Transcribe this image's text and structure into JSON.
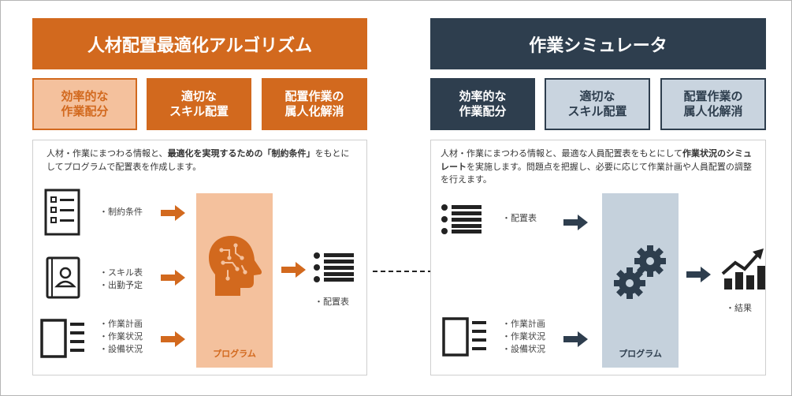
{
  "colors": {
    "orange": "#d2691e",
    "orange_light": "#f4c19d",
    "navy": "#2e3e4e",
    "gray_blue": "#c9d4df",
    "program_left": "#f4c19d",
    "program_right": "#c5d1dc"
  },
  "left": {
    "title": "人材配置最適化アルゴリズム",
    "pills": [
      "効率的な\n作業配分",
      "適切な\nスキル配置",
      "配置作業の\n属人化解消"
    ],
    "desc_pre": "人材・作業にまつわる情報と、",
    "desc_bold": "最適化を実現するための「制約条件」",
    "desc_post": "をもとにしてプログラムで配置表を作成します。",
    "inputs": [
      {
        "icon": "checklist-icon",
        "label": "・制約条件"
      },
      {
        "icon": "profile-card-icon",
        "label": "・スキル表\n・出勤予定"
      },
      {
        "icon": "document-list-icon",
        "label": "・作業計画\n・作業状況\n・設備状況"
      }
    ],
    "program_label": "プログラム",
    "output_label": "・配置表"
  },
  "right": {
    "title": "作業シミュレータ",
    "pills": [
      "効率的な\n作業配分",
      "適切な\nスキル配置",
      "配置作業の\n属人化解消"
    ],
    "desc_pre": "人材・作業にまつわる情報と、最適な人員配置表をもとにして",
    "desc_bold": "作業状況のシミュレート",
    "desc_post": "を実施します。問題点を把握し、必要に応じて作業計画や人員配置の調整を行えます。",
    "inputs": [
      {
        "icon": "list-icon",
        "label": "・配置表"
      },
      {
        "icon": "document-list-icon",
        "label": "・作業計画\n・作業状況\n・設備状況"
      }
    ],
    "program_label": "プログラム",
    "output_label": "・結果"
  },
  "icons": {
    "ai_head": "ai-head-icon",
    "gears": "gears-icon",
    "growth_chart": "growth-chart-icon",
    "arrow": "arrow-right-icon"
  }
}
